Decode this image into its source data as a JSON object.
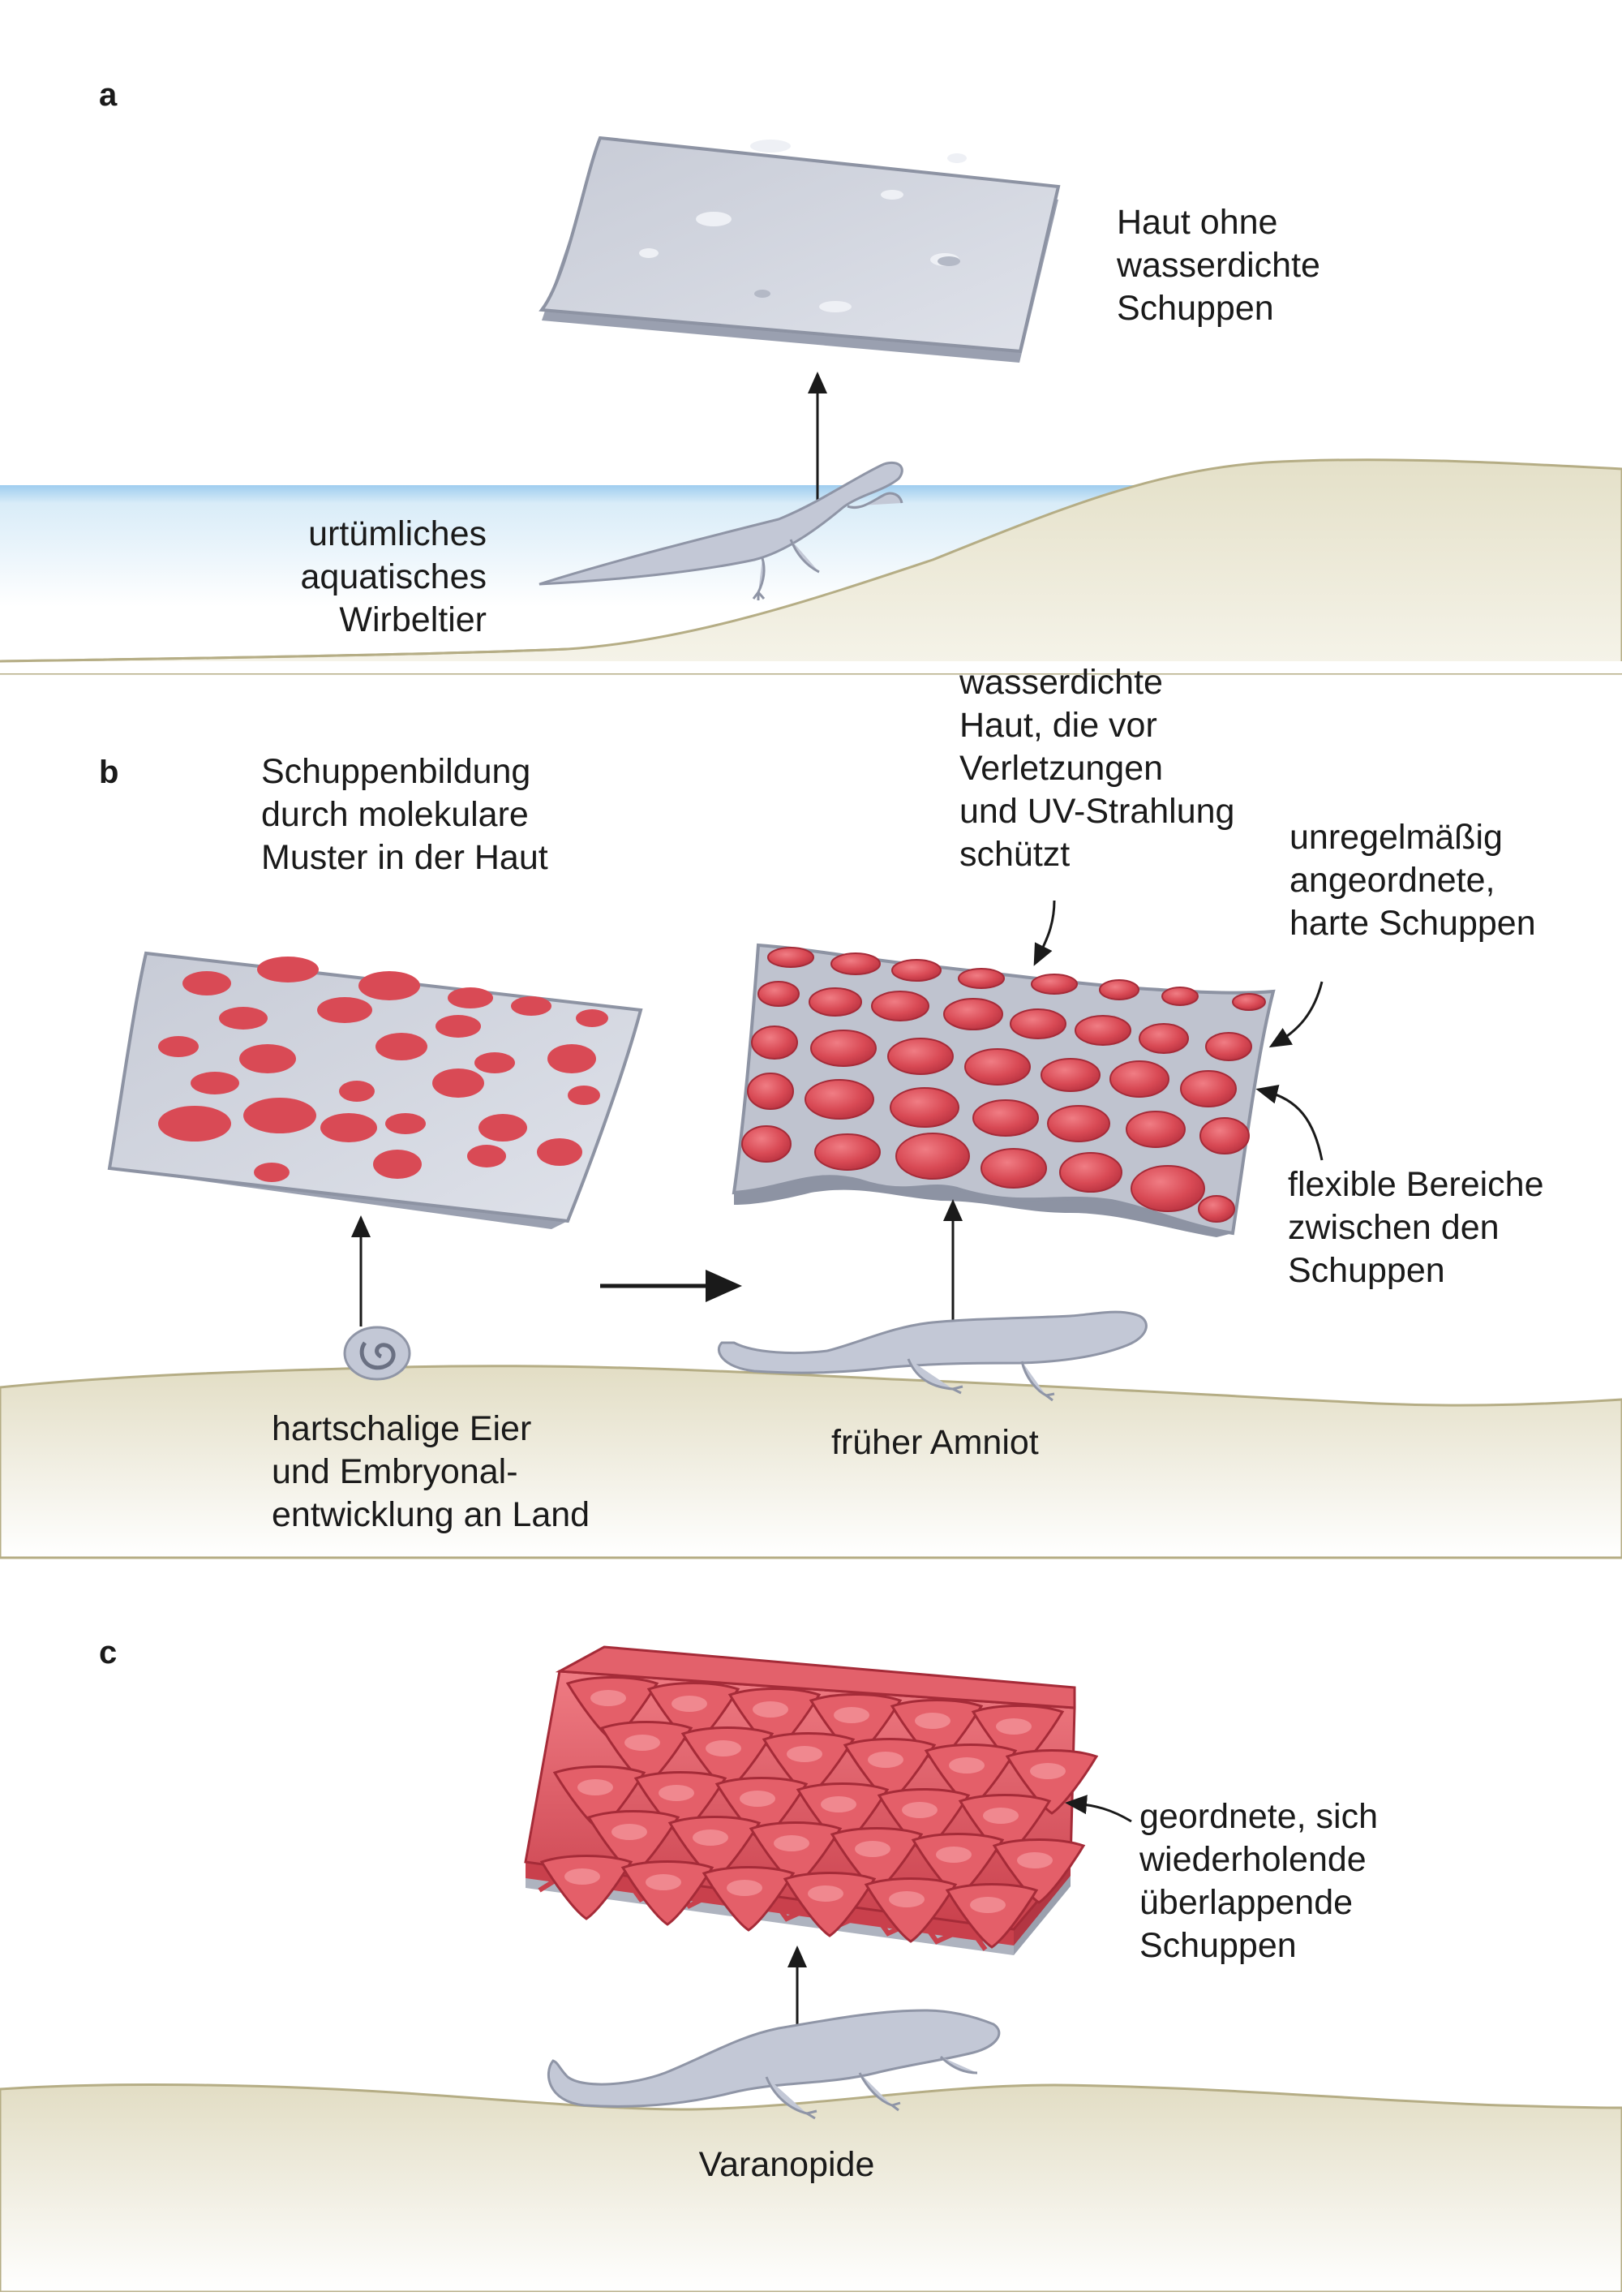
{
  "panels": {
    "a": {
      "letter": "a",
      "skin_label": "Haut ohne\nwasserdichte\nSchuppen",
      "animal_label": "urtümliches\naquatisches\nWirbeltier"
    },
    "b": {
      "letter": "b",
      "pattern_label": "Schuppenbildung\ndurch molekulare\nMuster in der Haut",
      "waterproof_label": "wasserdichte\nHaut, die vor\nVerletzungen\nund UV-Strahlung\nschützt",
      "irregular_label": "unregelmäßig\nangeordnete,\nharte Schuppen",
      "flexible_label": "flexible Bereiche\nzwischen den\nSchuppen",
      "egg_label": "hartschalige Eier\nund Embryonal-\nentwicklung an Land",
      "amniote_label": "früher Amniot"
    },
    "c": {
      "letter": "c",
      "overlap_label": "geordnete, sich\nwiederholende\nüberlappende\nSchuppen",
      "animal_label": "Varanopide"
    }
  },
  "colors": {
    "scale_red": "#d94a55",
    "skin_grey": "#c9cdd8",
    "ground": "#e8e4d0",
    "water": "#cfe6f5",
    "animal": "#c3c8d6"
  }
}
